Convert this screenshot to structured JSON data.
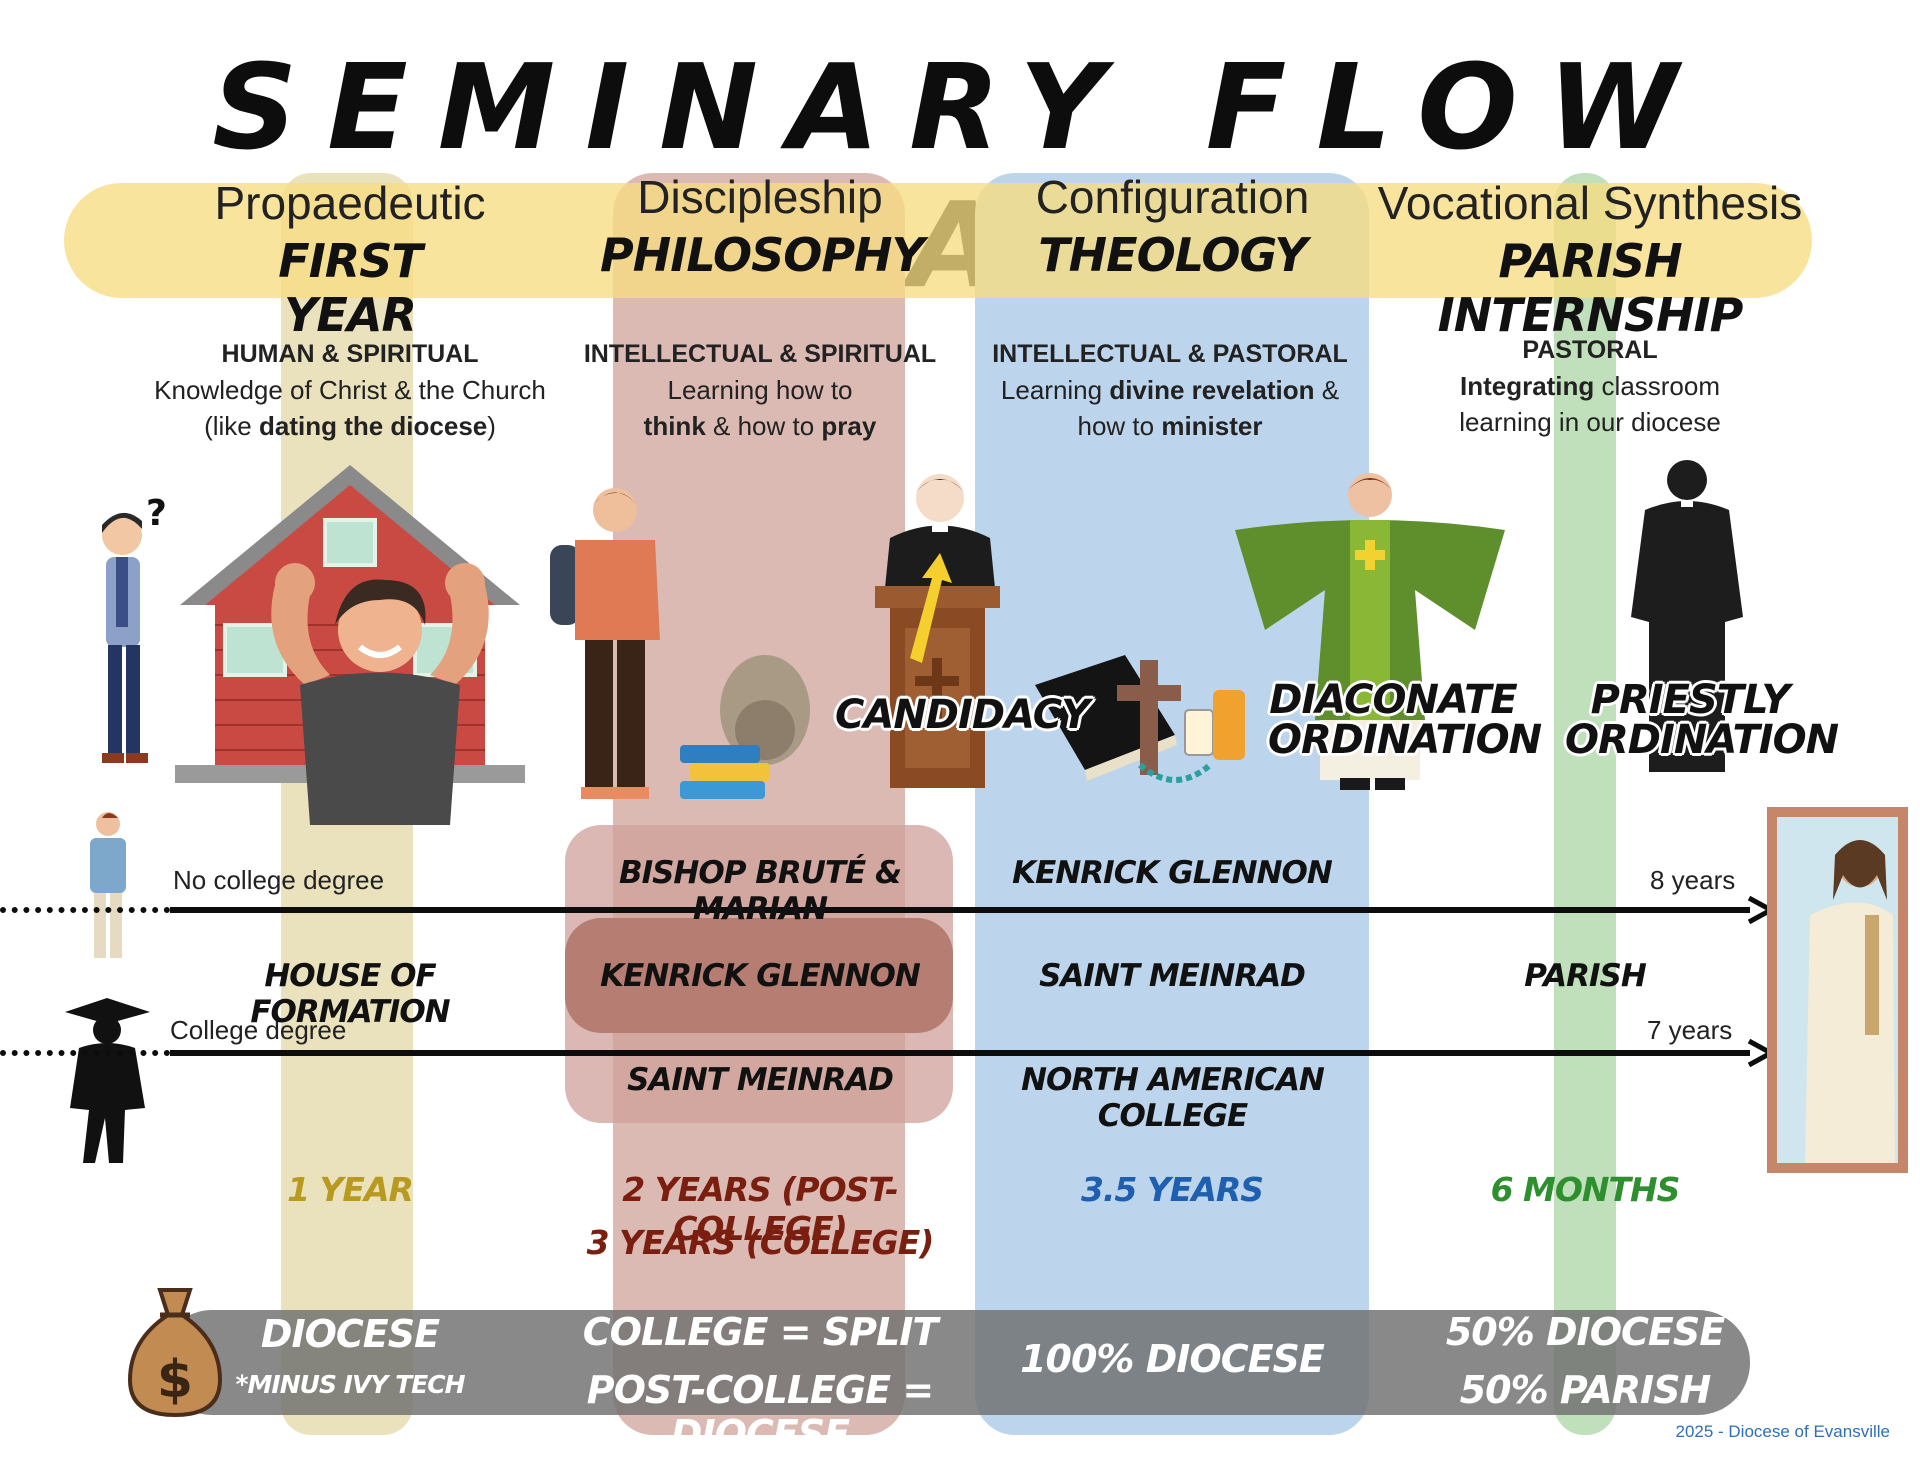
{
  "title": "SEMINARY FLOW CHART",
  "colors": {
    "yellow_band": "#f5d76e",
    "first_year_col": "#d9cf9a",
    "philosophy_col": "#cf9d95",
    "theology_col": "#9fc2e6",
    "internship_col": "#9fd39c",
    "funding_band": "#6f6f6f",
    "dur_first": "#b89a20",
    "dur_phil": "#7a1f10",
    "dur_theo": "#1f5fb0",
    "dur_parish": "#2e8f2e"
  },
  "columns": [
    {
      "stage": "Propaedeutic",
      "year": "FIRST YEAR",
      "focus": "HUMAN & SPIRITUAL",
      "desc_line1": "Knowledge of Christ & the Church",
      "desc_line2_pre": "(like ",
      "desc_line2_bold": "dating the diocese",
      "desc_line2_post": ")",
      "duration": "1 YEAR",
      "fund_1": "DIOCESE",
      "fund_2": "*MINUS IVY TECH"
    },
    {
      "stage": "Discipleship",
      "year": "PHILOSOPHY",
      "focus": "INTELLECTUAL & SPIRITUAL",
      "desc_line1": "Learning how to",
      "desc_line2_b1": "think",
      "desc_line2_mid": " & how to ",
      "desc_line2_b2": "pray",
      "duration_1": "2 YEARS (POST-COLLEGE)",
      "duration_2": "3 YEARS (COLLEGE)",
      "fund_1": "COLLEGE = SPLIT",
      "fund_2": "POST-COLLEGE = DIOCESE"
    },
    {
      "stage": "Configuration",
      "year": "THEOLOGY",
      "focus": "INTELLECTUAL & PASTORAL",
      "desc_line1_pre": "Learning ",
      "desc_line1_bold": "divine revelation",
      "desc_line1_post": " &",
      "desc_line2_pre": "how to ",
      "desc_line2_bold": "minister",
      "duration": "3.5 YEARS",
      "fund_1": "100% DIOCESE"
    },
    {
      "stage": "Vocational Synthesis",
      "year": "PARISH INTERNSHIP",
      "focus": "PASTORAL",
      "desc_line1_bold": "Integrating",
      "desc_line1_post": " classroom",
      "desc_line2": "learning in our diocese",
      "duration": "6 MONTHS",
      "fund_1": "50% DIOCESE",
      "fund_2": "50% PARISH"
    }
  ],
  "milestones": {
    "candidacy": "CANDIDACY",
    "diaconate_1": "DIACONATE",
    "diaconate_2": "ORDINATION",
    "priestly_1": "PRIESTLY",
    "priestly_2": "ORDINATION"
  },
  "paths": {
    "no_degree_label": "No college degree",
    "no_degree_years": "8 years",
    "degree_label": "College degree",
    "degree_years": "7 years"
  },
  "schools": {
    "row1_phil": "BISHOP BRUTÉ & MARIAN",
    "row1_theo": "KENRICK GLENNON",
    "row2_first": "HOUSE OF FORMATION",
    "row2_phil": "KENRICK GLENNON",
    "row2_theo": "SAINT MEINRAD",
    "row2_parish": "PARISH",
    "row3_phil": "SAINT MEINRAD",
    "row3_theo": "NORTH AMERICAN COLLEGE"
  },
  "icons": {
    "money": "money-bag-icon",
    "student": "student-icon",
    "graduate": "graduate-icon"
  },
  "footer": "2025 - Diocese of Evansville"
}
